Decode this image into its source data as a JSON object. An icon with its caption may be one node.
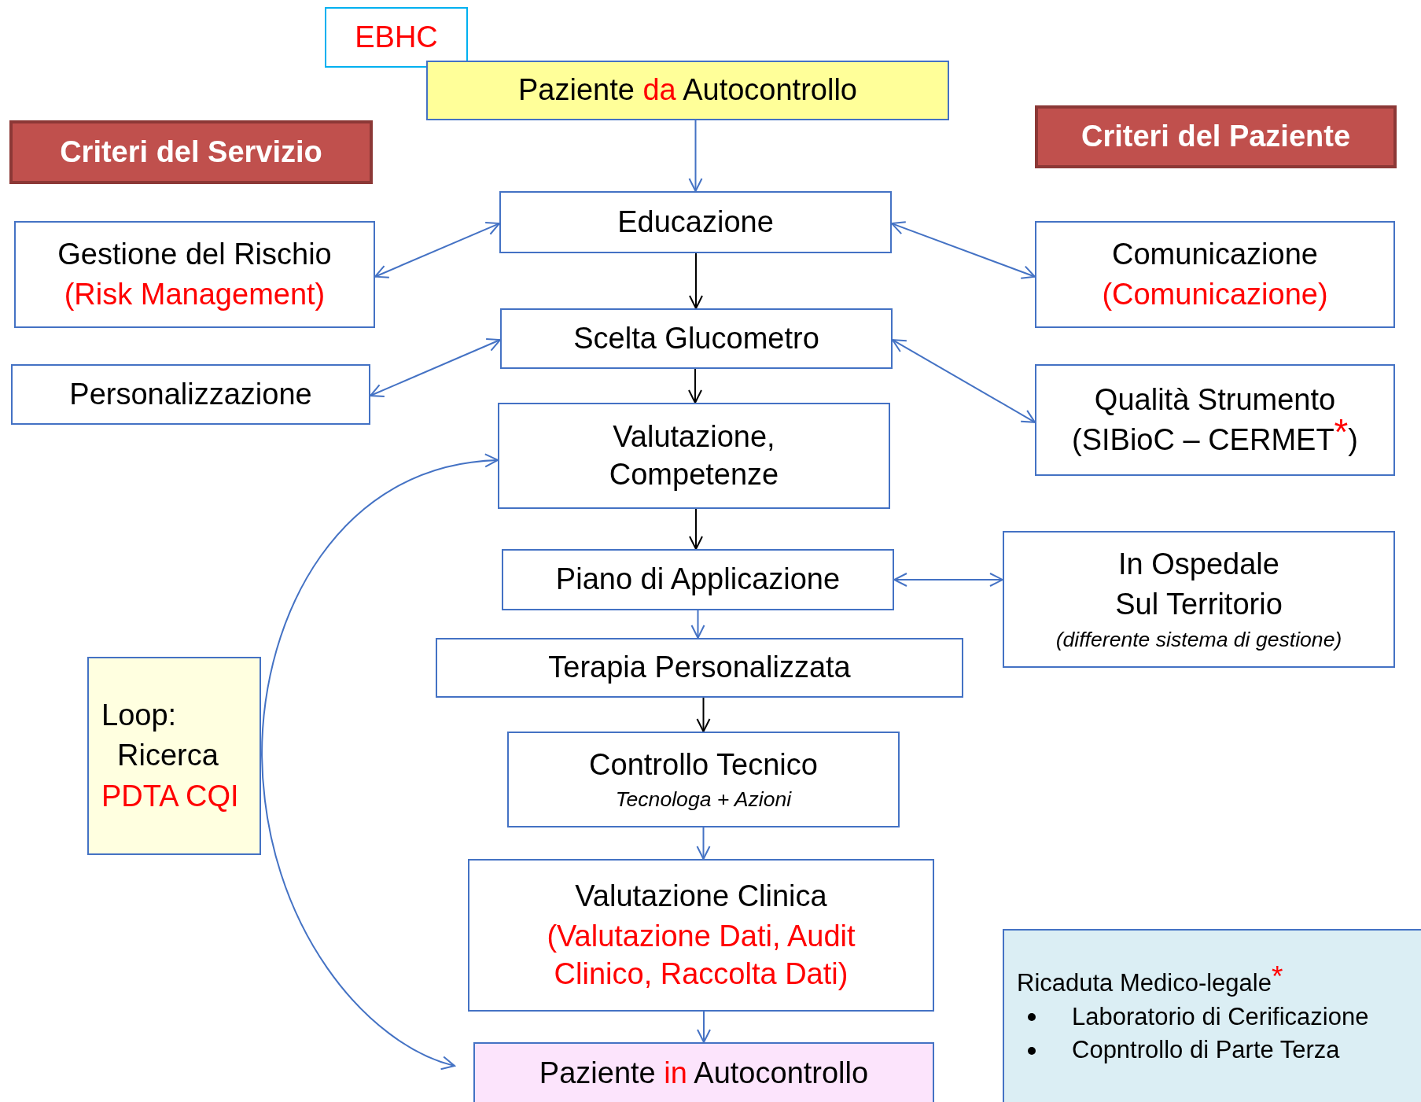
{
  "diagram": {
    "nodes": [
      {
        "text": [
          "EBHC"
        ]
      },
      {
        "text": [
          "Paziente da Autocontrollo"
        ]
      },
      {
        "text": [
          "Criteri del Servizio"
        ]
      },
      {
        "text": [
          "Criteri del Paziente"
        ]
      },
      {
        "text": [
          "Educazione"
        ]
      },
      {
        "text": [
          "Gestione del Rischio",
          "(Risk Management)"
        ]
      },
      {
        "text": [
          "Comunicazione",
          "(Comunicazione)"
        ]
      },
      {
        "text": [
          "Scelta Glucometro"
        ]
      },
      {
        "text": [
          "Personalizzazione"
        ]
      },
      {
        "text": [
          "Qualità Strumento",
          "(SIBioC – CERMET$^{*}$)"
        ]
      },
      {
        "text": [
          "Valutazione, Competenze"
        ]
      },
      {
        "text": [
          "Piano di Applicazione"
        ]
      },
      {
        "text": [
          "In Ospedale",
          "Sul Territorio",
          "(differente sistema di gestione)"
        ]
      },
      {
        "text": [
          "Terapia Personalizzata"
        ]
      },
      {
        "text": [
          "Loop:",
          "Ricerca",
          "PDTA CQI"
        ]
      },
      {
        "text": [
          "Controllo Tecnico",
          "Tecnologa + Azioni"
        ]
      },
      {
        "text": [
          "Valutazione Clinica",
          "(Valutazione Dati, Audit Clinico, Raccolta Dati)"
        ]
      },
      {
        "text": [
          "Paziente in Autocontrollo"
        ]
      },
      {
        "text": [
          "Ricaduta  Medico-legale$^{*}$",
          "Laboratorio di Cerificazione",
          "Copntrollo di Parte Terza"
        ]
      }
    ],
    "edges": [
      {
        "from": 1,
        "to": 4,
        "arrow": "to"
      },
      {
        "from": 4,
        "to": 5,
        "arrow": "both"
      },
      {
        "from": 4,
        "to": 6,
        "arrow": "both"
      },
      {
        "from": 4,
        "to": 7,
        "arrow": "to",
        "color": "#000000"
      },
      {
        "from": 7,
        "to": 8,
        "arrow": "both"
      },
      {
        "from": 7,
        "to": 9,
        "arrow": "both"
      },
      {
        "from": 7,
        "to": 10,
        "arrow": "to",
        "color": "#000000"
      },
      {
        "from": 10,
        "to": 11,
        "arrow": "to",
        "color": "#000000"
      },
      {
        "from": 11,
        "to": 12,
        "arrow": "both"
      },
      {
        "from": 11,
        "to": 13,
        "arrow": "to"
      },
      {
        "from": 13,
        "to": 15,
        "arrow": "to",
        "color": "#000000"
      },
      {
        "from": 15,
        "to": 16,
        "arrow": "to"
      },
      {
        "from": 16,
        "to": 17,
        "arrow": "to"
      },
      {
        "from": 10,
        "to": 17,
        "arrow": "both"
      }
    ]
  }
}
